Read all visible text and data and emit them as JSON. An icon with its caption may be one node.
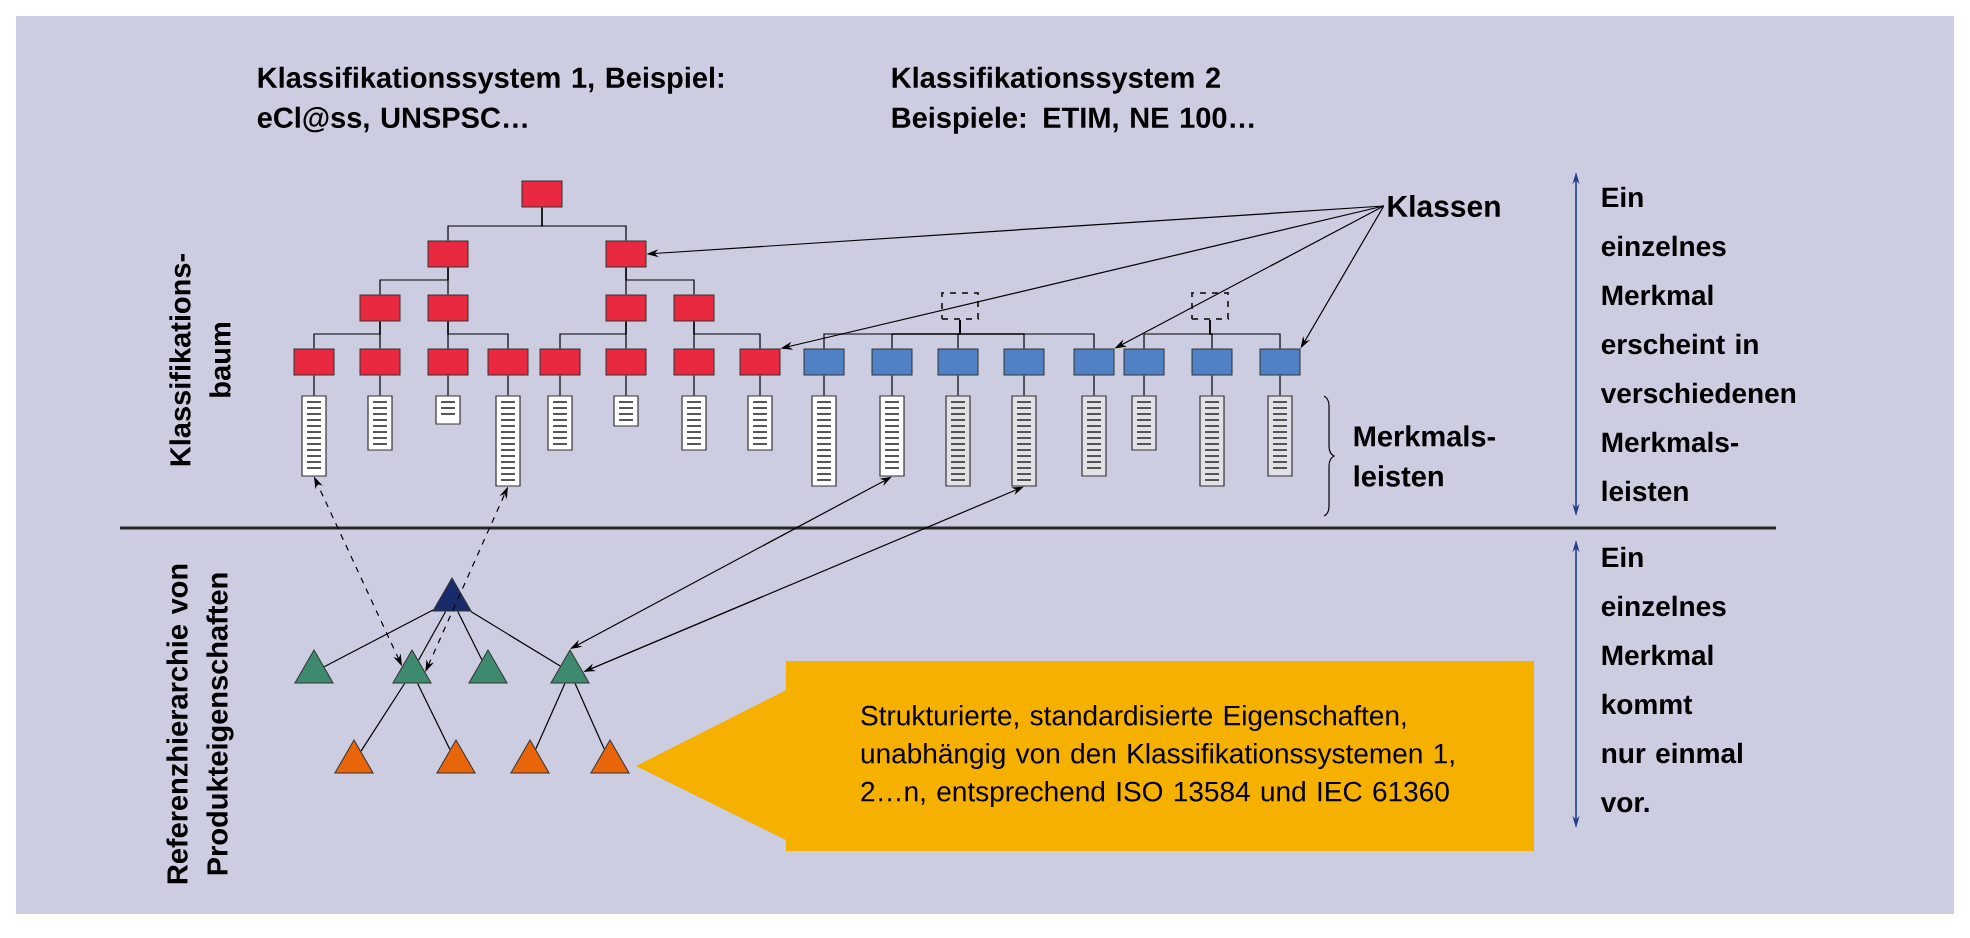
{
  "diagram": {
    "nodes": [
      {
        "text": [],
        "shape": "box"
      },
      {
        "text": [],
        "shape": "box"
      },
      {
        "text": [],
        "shape": "box"
      },
      {
        "text": [],
        "shape": "box"
      },
      {
        "text": [],
        "shape": "box"
      },
      {
        "text": [],
        "shape": "box"
      },
      {
        "text": [],
        "shape": "box"
      },
      {
        "text": [],
        "shape": "box"
      },
      {
        "text": [],
        "shape": "box"
      },
      {
        "text": [],
        "shape": "box"
      },
      {
        "text": [],
        "shape": "box"
      },
      {
        "text": [],
        "shape": "box"
      },
      {
        "text": [],
        "shape": "box"
      },
      {
        "text": [],
        "shape": "box"
      },
      {
        "text": [],
        "shape": "box"
      },
      {
        "text": [],
        "shape": "box"
      },
      {
        "text": [],
        "shape": "box"
      },
      {
        "text": [],
        "shape": "box"
      },
      {
        "text": [],
        "shape": "box"
      },
      {
        "text": [],
        "shape": "box"
      },
      {
        "text": [],
        "shape": "box"
      },
      {
        "text": [],
        "shape": "box"
      },
      {
        "text": [],
        "shape": "box"
      },
      {
        "text": [],
        "shape": "box"
      },
      {
        "text": [],
        "shape": "box"
      },
      {
        "text": [],
        "shape": "bar"
      },
      {
        "text": [],
        "shape": "bar"
      },
      {
        "text": [],
        "shape": "bar"
      },
      {
        "text": [],
        "shape": "bar"
      },
      {
        "text": [],
        "shape": "bar"
      },
      {
        "text": [],
        "shape": "bar"
      },
      {
        "text": [],
        "shape": "bar"
      },
      {
        "text": [],
        "shape": "bar"
      },
      {
        "text": [],
        "shape": "bar"
      },
      {
        "text": [],
        "shape": "bar"
      },
      {
        "text": [],
        "shape": "bar"
      },
      {
        "text": [],
        "shape": "bar"
      },
      {
        "text": [],
        "shape": "bar"
      },
      {
        "text": [],
        "shape": "bar"
      },
      {
        "text": [],
        "shape": "bar"
      },
      {
        "text": [],
        "shape": "bar"
      },
      {
        "text": [],
        "shape": "triangle"
      },
      {
        "text": [],
        "shape": "triangle"
      },
      {
        "text": [],
        "shape": "triangle"
      },
      {
        "text": [],
        "shape": "triangle"
      },
      {
        "text": [],
        "shape": "triangle"
      },
      {
        "text": [],
        "shape": "triangle"
      },
      {
        "text": [],
        "shape": "triangle"
      },
      {
        "text": [],
        "shape": "triangle"
      },
      {
        "text": [],
        "shape": "triangle"
      },
      {
        "text": [
          "Klassen"
        ]
      },
      {
        "text": [
          "Strukturierte, standardisierte Eigenschaften, unabhängig von den Klassifikationssystemen 1, 2…n, entsprechend ISO 13584 und IEC 61360"
        ]
      }
    ],
    "edges": [
      {
        "from": 0,
        "to": 1,
        "arrow": "none"
      },
      {
        "from": 0,
        "to": 2,
        "arrow": "none"
      },
      {
        "from": 1,
        "to": 3,
        "arrow": "none"
      },
      {
        "from": 1,
        "to": 4,
        "arrow": "none"
      },
      {
        "from": 2,
        "to": 5,
        "arrow": "none"
      },
      {
        "from": 2,
        "to": 6,
        "arrow": "none"
      },
      {
        "from": 3,
        "to": 7,
        "arrow": "none"
      },
      {
        "from": 3,
        "to": 8,
        "arrow": "none"
      },
      {
        "from": 4,
        "to": 9,
        "arrow": "none"
      },
      {
        "from": 4,
        "to": 10,
        "arrow": "none"
      },
      {
        "from": 5,
        "to": 11,
        "arrow": "none"
      },
      {
        "from": 5,
        "to": 12,
        "arrow": "none"
      },
      {
        "from": 6,
        "to": 13,
        "arrow": "none"
      },
      {
        "from": 6,
        "to": 14,
        "arrow": "none"
      },
      {
        "from": 15,
        "to": 17,
        "arrow": "none"
      },
      {
        "from": 15,
        "to": 18,
        "arrow": "none"
      },
      {
        "from": 15,
        "to": 19,
        "arrow": "none"
      },
      {
        "from": 15,
        "to": 20,
        "arrow": "none"
      },
      {
        "from": 15,
        "to": 21,
        "arrow": "none"
      },
      {
        "from": 16,
        "to": 22,
        "arrow": "none"
      },
      {
        "from": 16,
        "to": 23,
        "arrow": "none"
      },
      {
        "from": 16,
        "to": 24,
        "arrow": "none"
      },
      {
        "from": 7,
        "to": 25,
        "arrow": "none"
      },
      {
        "from": 8,
        "to": 26,
        "arrow": "none"
      },
      {
        "from": 9,
        "to": 27,
        "arrow": "none"
      },
      {
        "from": 10,
        "to": 28,
        "arrow": "none"
      },
      {
        "from": 11,
        "to": 29,
        "arrow": "none"
      },
      {
        "from": 12,
        "to": 30,
        "arrow": "none"
      },
      {
        "from": 13,
        "to": 31,
        "arrow": "none"
      },
      {
        "from": 14,
        "to": 32,
        "arrow": "none"
      },
      {
        "from": 17,
        "to": 33,
        "arrow": "none"
      },
      {
        "from": 18,
        "to": 34,
        "arrow": "none"
      },
      {
        "from": 19,
        "to": 35,
        "arrow": "none"
      },
      {
        "from": 20,
        "to": 36,
        "arrow": "none"
      },
      {
        "from": 21,
        "to": 37,
        "arrow": "none"
      },
      {
        "from": 22,
        "to": 38,
        "arrow": "none"
      },
      {
        "from": 23,
        "to": 39,
        "arrow": "none"
      },
      {
        "from": 24,
        "to": 40,
        "arrow": "none"
      },
      {
        "from": 41,
        "to": 42,
        "arrow": "none"
      },
      {
        "from": 41,
        "to": 43,
        "arrow": "none"
      },
      {
        "from": 41,
        "to": 44,
        "arrow": "none"
      },
      {
        "from": 41,
        "to": 45,
        "arrow": "none"
      },
      {
        "from": 43,
        "to": 46,
        "arrow": "none"
      },
      {
        "from": 43,
        "to": 47,
        "arrow": "none"
      },
      {
        "from": 45,
        "to": 48,
        "arrow": "none"
      },
      {
        "from": 45,
        "to": 49,
        "arrow": "none"
      },
      {
        "from": 43,
        "to": 25,
        "arrow": "both",
        "style": "dashed"
      },
      {
        "from": 43,
        "to": 28,
        "arrow": "both",
        "style": "dashed"
      },
      {
        "from": 45,
        "to": 34,
        "arrow": "both"
      },
      {
        "from": 45,
        "to": 36,
        "arrow": "both"
      },
      {
        "from": 50,
        "to": 2,
        "arrow": "to"
      },
      {
        "from": 50,
        "to": 14,
        "arrow": "to"
      },
      {
        "from": 50,
        "to": 21,
        "arrow": "to"
      },
      {
        "from": 50,
        "to": 24,
        "arrow": "to"
      }
    ],
    "labels": [
      "Klassifikationssystem 1, Beispiel: eCl@ss, UNSPSC…",
      "Klassifikationssystem 2 Beispiele: ETIM, NE 100…",
      "Klassifikations- baum",
      "Merkmals- leisten",
      "Ein einzelnes Merkmal erscheint in verschiedenen Merkmals- leisten",
      "Referenzhierarchie von Produkteigenschaften",
      "Ein einzelnes Merkmal kommt nur einmal vor."
    ]
  }
}
